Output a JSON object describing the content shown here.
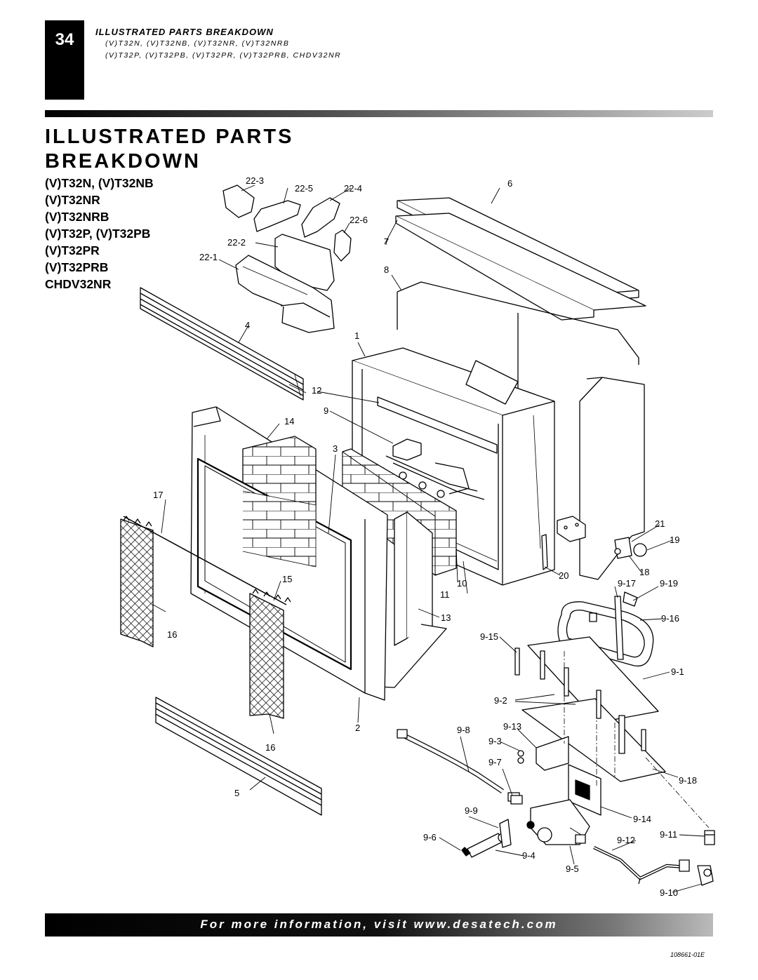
{
  "header": {
    "page_number": "34",
    "section_title": "ILLUSTRATED PARTS BREAKDOWN",
    "models_line1": "(V)T32N, (V)T32NB, (V)T32NR, (V)T32NRB",
    "models_line2": "(V)T32P, (V)T32PB, (V)T32PR, (V)T32PRB, CHDV32NR"
  },
  "title": {
    "line1": "ILLUSTRATED PARTS",
    "line2": "BREAKDOWN"
  },
  "model_list": [
    "(V)T32N, (V)T32NB",
    "(V)T32NR",
    "(V)T32NRB",
    "(V)T32P, (V)T32PB",
    "(V)T32PR",
    "(V)T32PRB",
    "CHDV32NR"
  ],
  "part_labels": {
    "p22_3": "22-3",
    "p22_5": "22-5",
    "p22_4": "22-4",
    "p22_6": "22-6",
    "p22_2": "22-2",
    "p22_1": "22-1",
    "p6": "6",
    "p7": "7",
    "p8": "8",
    "p4": "4",
    "p1": "1",
    "p12": "12",
    "p9": "9",
    "p14": "14",
    "p3": "3",
    "p17": "17",
    "p21": "21",
    "p19": "19",
    "p18": "18",
    "p20": "20",
    "p15": "15",
    "p10": "10",
    "p11": "11",
    "p9_17": "9-17",
    "p9_19": "9-19",
    "p9_16": "9-16",
    "p13": "13",
    "p16a": "16",
    "p9_15": "9-15",
    "p9_1": "9-1",
    "p9_2": "9-2",
    "p2": "2",
    "p9_8": "9-8",
    "p9_13": "9-13",
    "p16b": "16",
    "p9_3": "9-3",
    "p9_7": "9-7",
    "p5": "5",
    "p9_18": "9-18",
    "p9_9": "9-9",
    "p9_14": "9-14",
    "p9_11": "9-11",
    "p9_6": "9-6",
    "p9_12": "9-12",
    "p9_4": "9-4",
    "p9_5": "9-5",
    "p9_10": "9-10"
  },
  "footer": {
    "info": "For more information, visit www.desatech.com",
    "doc_number": "108661-01E"
  }
}
